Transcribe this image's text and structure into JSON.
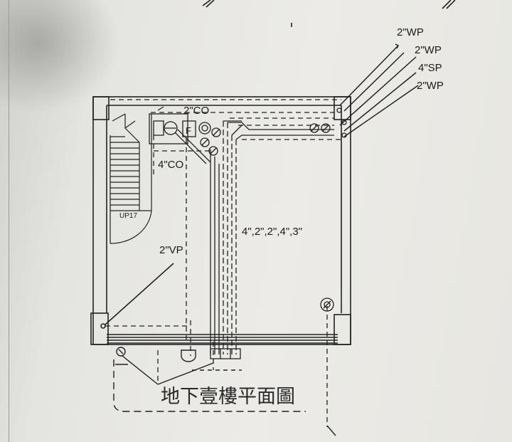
{
  "drawing": {
    "pipe_labels": {
      "wp_top": "2\"WP",
      "wp_second": "2\"WP",
      "sp": "4\"SP",
      "wp_third": "2\"WP",
      "co_small": "2\"CO",
      "co_large": "4\"CO",
      "vp": "2\"VP",
      "riser_bundle": "4\",2\",2\",4\",3\""
    },
    "stair_label": "UP17",
    "fixture_f_label": "F",
    "plan_title": "地下壹樓平面圖"
  },
  "colors": {
    "line": "#222222",
    "paper": "#ecebe7"
  }
}
